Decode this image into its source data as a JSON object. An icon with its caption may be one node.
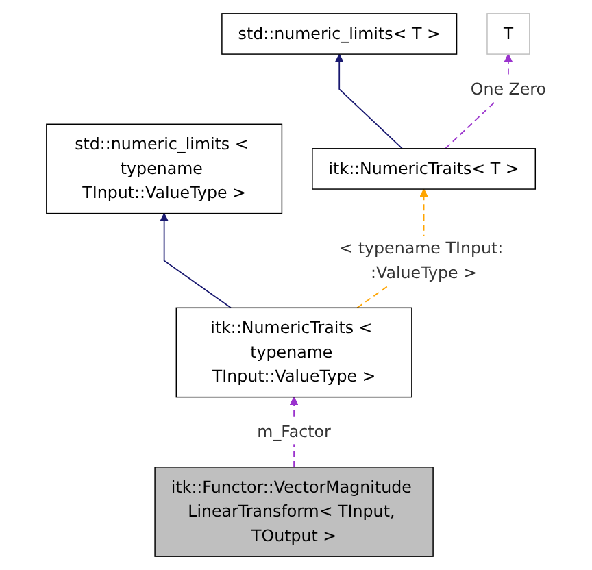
{
  "diagram": {
    "nodes": [
      {
        "text": [
          "std::numeric_limits< T >"
        ]
      },
      {
        "text": [
          "T"
        ]
      },
      {
        "text": [
          "std::numeric_limits < typename TInput::ValueType >"
        ]
      },
      {
        "text": [
          "itk::NumericTraits< T >"
        ]
      },
      {
        "text": [
          "itk::NumericTraits < typename TInput::ValueType >"
        ]
      },
      {
        "text": [
          "itk::Functor::VectorMagnitude LinearTransform< TInput, TOutput >"
        ]
      }
    ],
    "edges": [
      {
        "from": 3,
        "to": 0,
        "arrow": "to",
        "color": "#191970"
      },
      {
        "from": 3,
        "to": 1,
        "arrow": "to",
        "label": "One Zero",
        "style": "dashed",
        "color": "#9a32cd"
      },
      {
        "from": 4,
        "to": 2,
        "arrow": "to",
        "color": "#191970"
      },
      {
        "from": 4,
        "to": 3,
        "arrow": "to",
        "label": "< typename TInput: :ValueType >",
        "style": "dashed",
        "color": "#ffa500"
      },
      {
        "from": 5,
        "to": 4,
        "arrow": "to",
        "label": "m_Factor",
        "style": "dashed",
        "color": "#9a32cd"
      }
    ]
  }
}
